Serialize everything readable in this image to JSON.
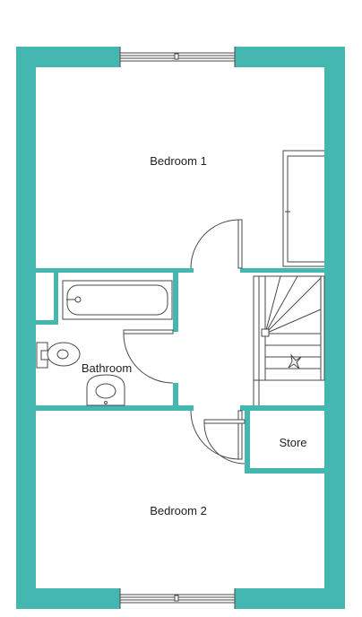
{
  "colors": {
    "wall": "#45b7b1",
    "line": "#4a4a4a",
    "background": "#ffffff"
  },
  "rooms": {
    "bedroom1": "Bedroom 1",
    "bathroom": "Bathroom",
    "store": "Store",
    "bedroom2": "Bedroom 2"
  }
}
